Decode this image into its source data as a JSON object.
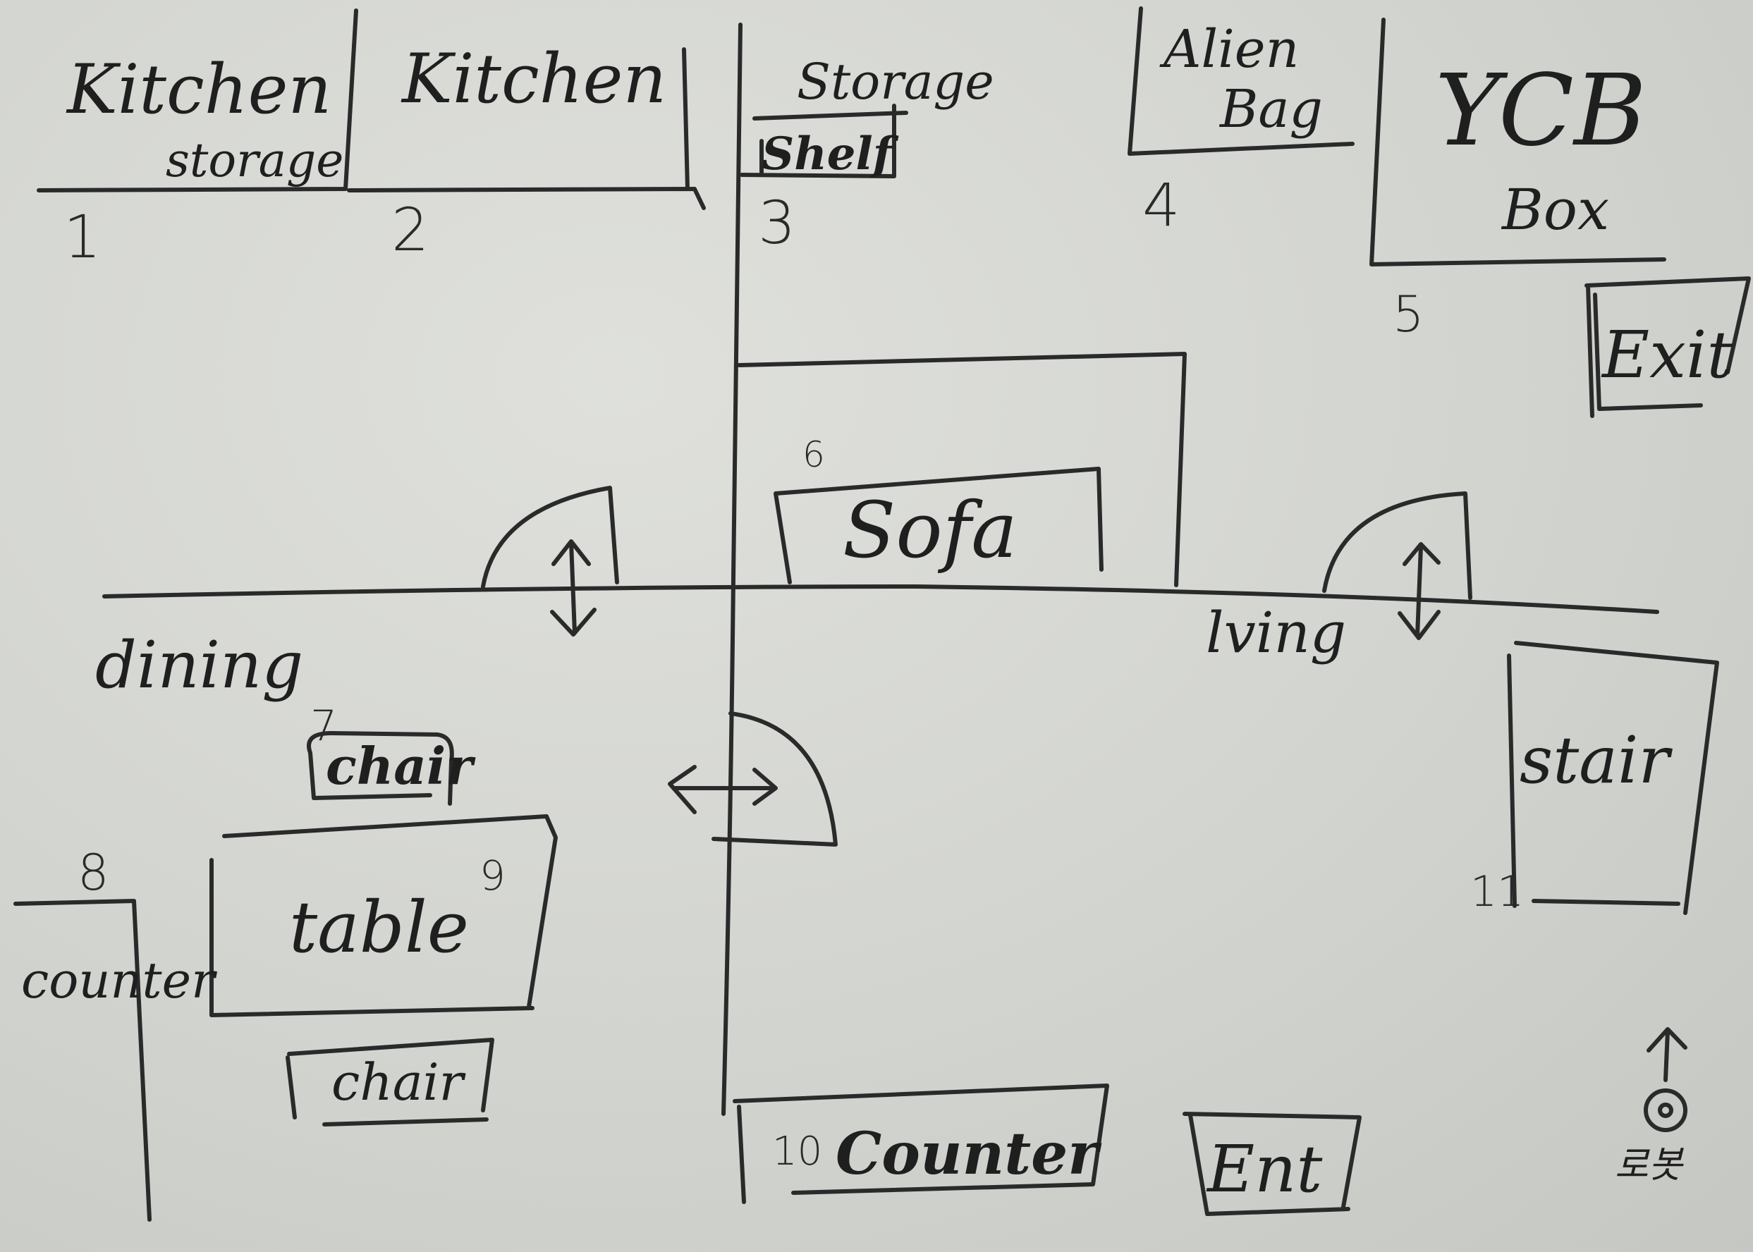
{
  "rooms": {
    "dining": "dining",
    "living": "lving"
  },
  "labels": {
    "kitchen_storage_1": "Kitchen",
    "kitchen_storage_2": "storage",
    "kitchen": "Kitchen",
    "storage_shelf_1": "Storage",
    "storage_shelf_2": "Shelf",
    "alien_bag_1": "Alien",
    "alien_bag_2": "Bag",
    "ycb_box_1": "YCB",
    "ycb_box_2": "Box",
    "exit": "Exit",
    "sofa": "Sofa",
    "stair": "stair",
    "chair_top": "chair",
    "chair_bottom": "chair",
    "table": "table",
    "counter_left": "counter",
    "counter_bottom": "Counter",
    "entrance": "Ent",
    "robot": "로봇"
  },
  "numbers": {
    "n1": "1",
    "n2": "2",
    "n3": "3",
    "n4": "4",
    "n5": "5",
    "n6": "6",
    "n7": "7",
    "n8": "8",
    "n9": "9",
    "n10": "10",
    "n11": "11"
  }
}
